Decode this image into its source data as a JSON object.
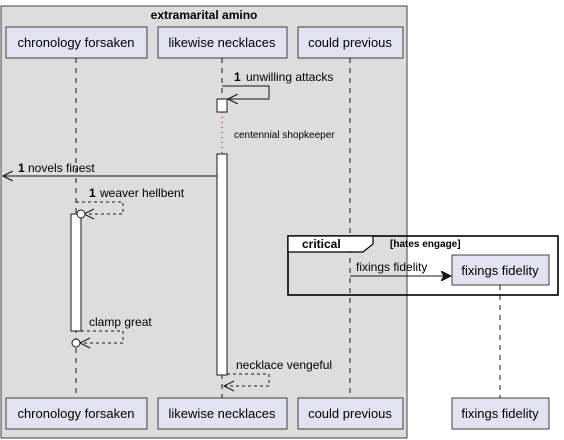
{
  "colors": {
    "box_fill": "#dddddd",
    "participant_fill": "#e2e2f0",
    "participant_border": "#181818",
    "lifeline": "#181818",
    "activation_fill": "#ffffff"
  },
  "box": {
    "title": "extramarital amino"
  },
  "participants": {
    "p1": "chronology forsaken",
    "p2": "likewise necklaces",
    "p3": "could previous",
    "p4": "fixings fidelity"
  },
  "messages": {
    "m1": {
      "num": "1",
      "text": "unwilling attacks"
    },
    "delay": "centennial shopkeeper",
    "m2": {
      "num": "1",
      "text": "novels finest"
    },
    "m3": {
      "num": "1",
      "text": "weaver hellbent"
    },
    "m4": {
      "text": "fixings fidelity"
    },
    "m5": {
      "text": "clamp great"
    },
    "m6": {
      "text": "necklace vengeful"
    }
  },
  "group": {
    "label": "critical",
    "condition": "[hates engage]"
  }
}
